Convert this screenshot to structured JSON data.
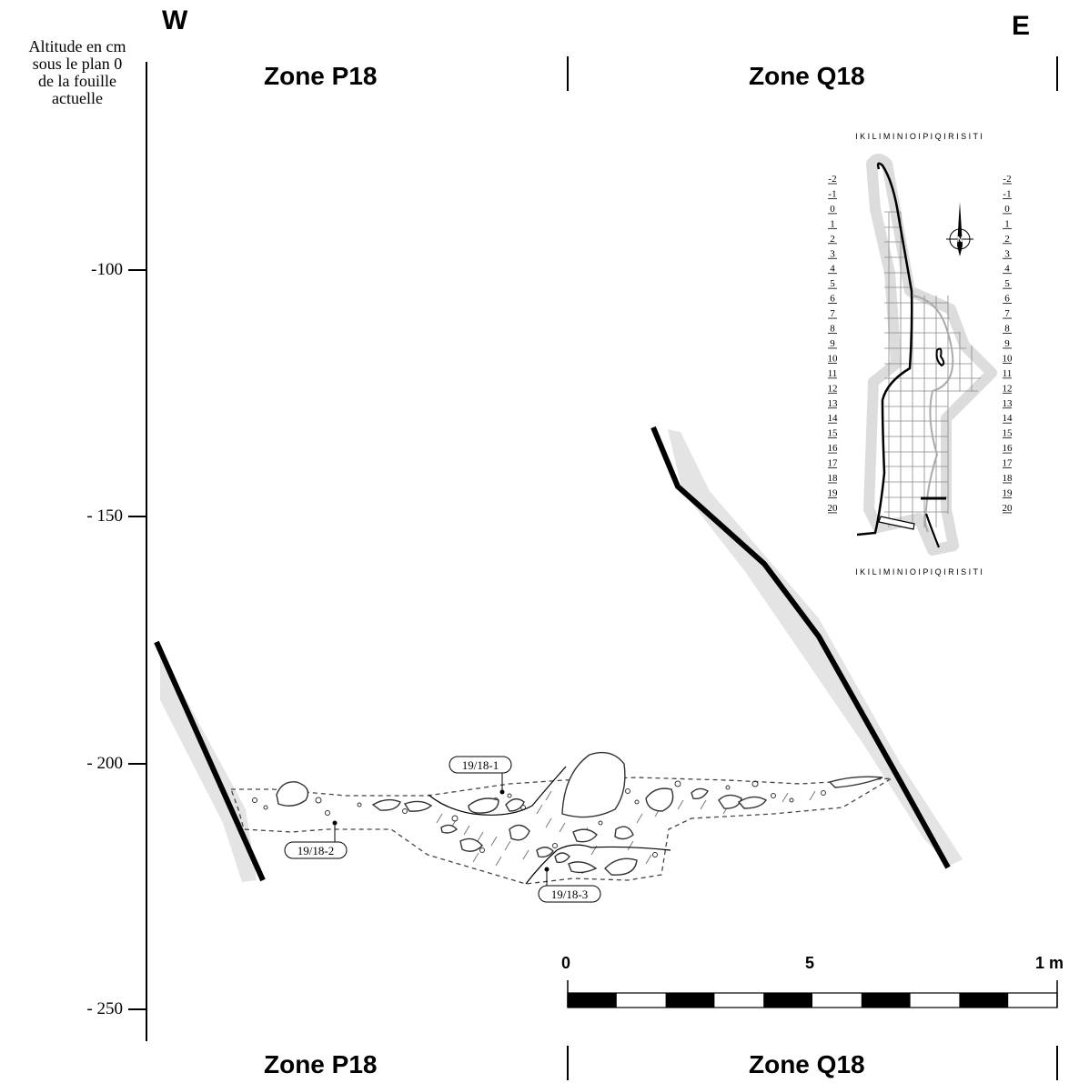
{
  "directions": {
    "west": "W",
    "east": "E"
  },
  "axis": {
    "title_lines": [
      "Altitude en cm",
      "sous le plan 0",
      "de la fouille",
      "actuelle"
    ],
    "ticks": [
      {
        "value": -100,
        "label": "-100"
      },
      {
        "value": -150,
        "label": "- 150"
      },
      {
        "value": -200,
        "label": "- 200"
      },
      {
        "value": -250,
        "label": "- 250"
      }
    ]
  },
  "zones": {
    "top": [
      "Zone P18",
      "Zone Q18"
    ],
    "bottom": [
      "Zone P18",
      "Zone Q18"
    ]
  },
  "samples": [
    "19/18-1",
    "19/18-2",
    "19/18-3"
  ],
  "scale_bar": {
    "labels": [
      "0",
      "5",
      "1 m"
    ]
  },
  "inset_map": {
    "column_letters": "I K I L I M I N I O I P I Q I R I S I T I",
    "row_labels": [
      "-2",
      "-1",
      "0",
      "1",
      "2",
      "3",
      "4",
      "5",
      "6",
      "7",
      "8",
      "9",
      "10",
      "11",
      "12",
      "13",
      "14",
      "15",
      "16",
      "17",
      "18",
      "19",
      "20"
    ],
    "north_label": "N"
  }
}
